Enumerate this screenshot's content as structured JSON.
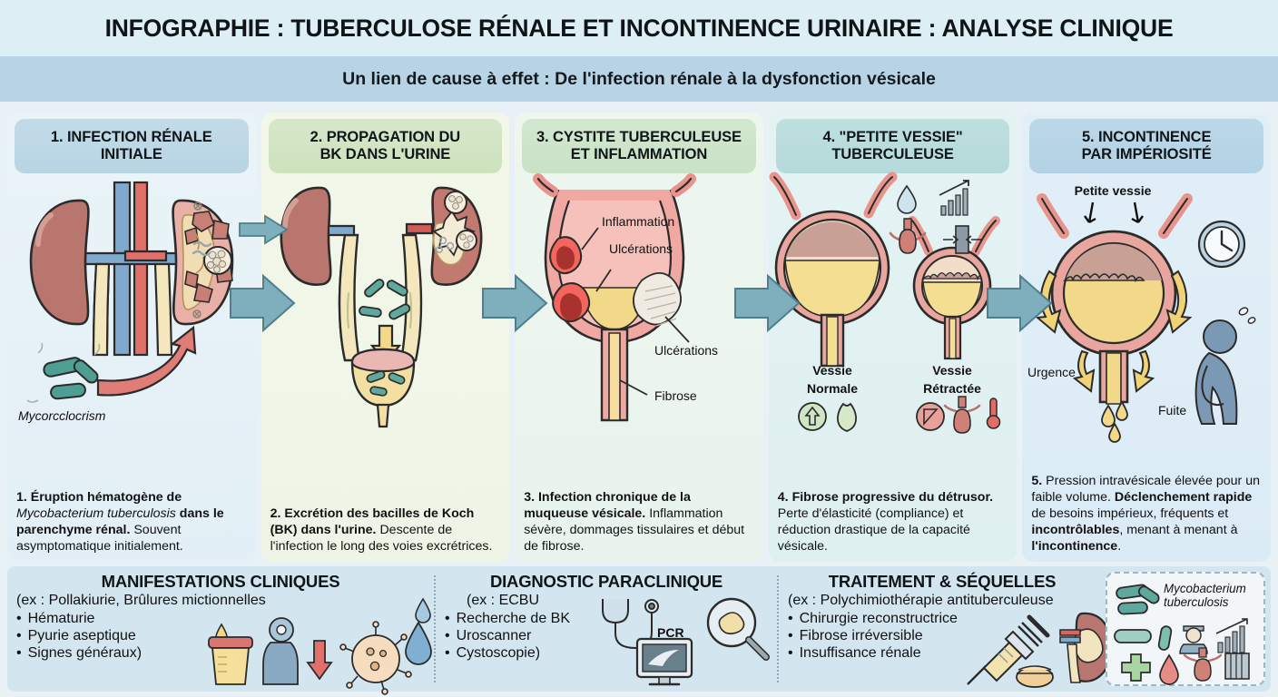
{
  "header": {
    "title": "INFOGRAPHIE : TUBERCULOSE RÉNALE ET INCONTINENCE URINAIRE : ANALYSE CLINIQUE",
    "subtitle": "Un lien de cause à effet : De l'infection rénale à la dysfonction vésicale"
  },
  "colors": {
    "page_bg": "#e8f1f6",
    "title_bg": "#ddeef4",
    "subtitle_bg": "#b8d4e4",
    "arrow": "#6ea7b5",
    "bottom_bg": "#d3e5ef",
    "kidney": "#b9766e",
    "bladder": "#e8a6a0",
    "urine": "#f2dd92",
    "bacteria": "#54a096",
    "inflammation": "#d94b48"
  },
  "stages": [
    {
      "id": "stage-1",
      "head": "1. INFECTION RÉNALE INITIALE",
      "head_lines": [
        "1. INFECTION RÉNALE",
        "INITIALE"
      ],
      "art_label": "Mycorcclocrism",
      "caption": {
        "number": "1.",
        "bold_1": "Éruption hématogène de",
        "italic": "Mycobacterium tuberculosis",
        "bold_2": "dans le parenchyme rénal.",
        "normal": "Souvent asymptomatique initialement."
      }
    },
    {
      "id": "stage-2",
      "head": "2. PROPAGATION DU BK DANS L'URINE",
      "head_lines": [
        "2. PROPAGATION DU",
        "BK DANS L'URINE"
      ],
      "caption": {
        "number": "2.",
        "bold_1": "Excrétion des bacilles de Koch (BK) dans l'urine.",
        "normal": "Descente de l'infection le long des voies excrétrices."
      }
    },
    {
      "id": "stage-3",
      "head": "3. CYSTITE TUBERCULEUSE ET INFLAMMATION",
      "head_lines": [
        "3. CYSTITE TUBERCULEUSE",
        "ET INFLAMMATION"
      ],
      "art_labels": [
        "Inflammation",
        "Ulcérations",
        "Ulcérations",
        "Fibrose"
      ],
      "caption": {
        "number": "3.",
        "bold_1": "Infection chronique de la muqueuse vésicale.",
        "normal": "Inflammation sévère, dommages tissulaires et début de fibrose."
      }
    },
    {
      "id": "stage-4",
      "head": "4. \"PETITE VESSIE\" TUBERCULEUSE",
      "head_lines": [
        "4. \"PETITE VESSIE\"",
        "TUBERCULEUSE"
      ],
      "art_labels": [
        "Vessie Normale",
        "Vessie Rétractée"
      ],
      "art_label_left_lines": [
        "Vessie",
        "Normale"
      ],
      "art_label_right_lines": [
        "Vessie",
        "Rétractée"
      ],
      "caption": {
        "number": "4.",
        "bold_1": "Fibrose progressive du détrusor.",
        "normal": "Perte d'élasticité (compliance) et réduction drastique de la capacité vésicale."
      }
    },
    {
      "id": "stage-5",
      "head": "5. INCONTINENCE PAR IMPÉRIOSITÉ",
      "head_lines": [
        "5. INCONTINENCE",
        "PAR IMPÉRIOSITÉ"
      ],
      "art_labels": [
        "Petite vessie",
        "Urgence",
        "Fuite"
      ],
      "caption": {
        "number": "5.",
        "normal_1": "Pression intravésicale élevée pour un faible volume.",
        "bold_1": "Déclenchement rapide",
        "normal_2": "de besoins impérieux, fréquents et",
        "bold_2": "incontrôlables",
        "normal_3": ", menant à menant à",
        "bold_3": "l'incontinence",
        "normal_4": "."
      }
    }
  ],
  "bottom": {
    "columns": [
      {
        "id": "manifestations",
        "title": "MANIFESTATIONS CLINIQUES",
        "example": "(ex : Pollakiurie, Brûlures mictionnelles",
        "items": [
          "Hématurie",
          "Pyurie aseptique",
          "Signes généraux)"
        ],
        "icons": [
          "urine-cup-icon",
          "patient-arrow-down-icon",
          "virus-icon",
          "water-drop-icon"
        ]
      },
      {
        "id": "diagnostic",
        "title": "DIAGNOSTIC PARACLINIQUE",
        "example": "(ex : ECBU",
        "items": [
          "Recherche de BK",
          "Uroscanner",
          "Cystoscopie)"
        ],
        "icons": [
          "stethoscope-icon",
          "magnifier-icon",
          "monitor-scan-icon"
        ],
        "icon_label": "PCR"
      },
      {
        "id": "traitement",
        "title": "TRAITEMENT & SÉQUELLES",
        "example": "(ex : Polychimiothérapie antituberculeuse",
        "items": [
          "Chirurgie reconstructrice",
          "Fibrose irréversible",
          "Insuffisance rénale"
        ],
        "icons": [
          "syringe-icon",
          "pill-icon",
          "kidney-icon"
        ]
      }
    ],
    "legend": {
      "id": "legend-box",
      "name_lines": [
        "Mycobacterium",
        "tuberculosis"
      ],
      "icons": [
        "bacillus-icon",
        "bacillus-small-icon",
        "doctor-icon",
        "growth-chart-icon",
        "cross-icon",
        "blood-drop-icon",
        "bladder-small-icon",
        "book-icon"
      ]
    }
  }
}
